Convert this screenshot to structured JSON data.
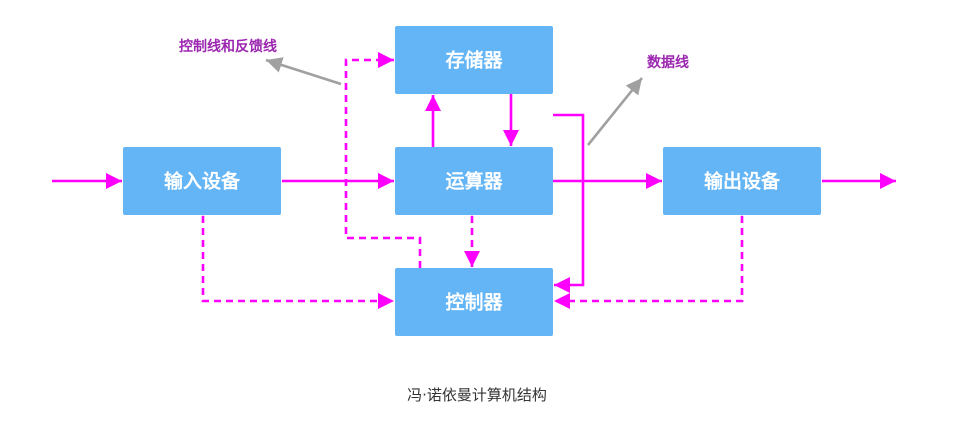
{
  "diagram": {
    "boxes": {
      "storage": "存储器",
      "input": "输入设备",
      "alu": "运算器",
      "output": "输出设备",
      "controller": "控制器"
    },
    "annotations": {
      "control_line": "控制线和反馈线",
      "data_line": "数据线"
    },
    "caption": "冯·诺依曼计算机结构",
    "colors": {
      "box_fill": "#64b5f6",
      "box_text": "#ffffff",
      "line": "#ff00ff",
      "annotation_text": "#9c27b0",
      "pointer": "#a0a0a0"
    }
  }
}
